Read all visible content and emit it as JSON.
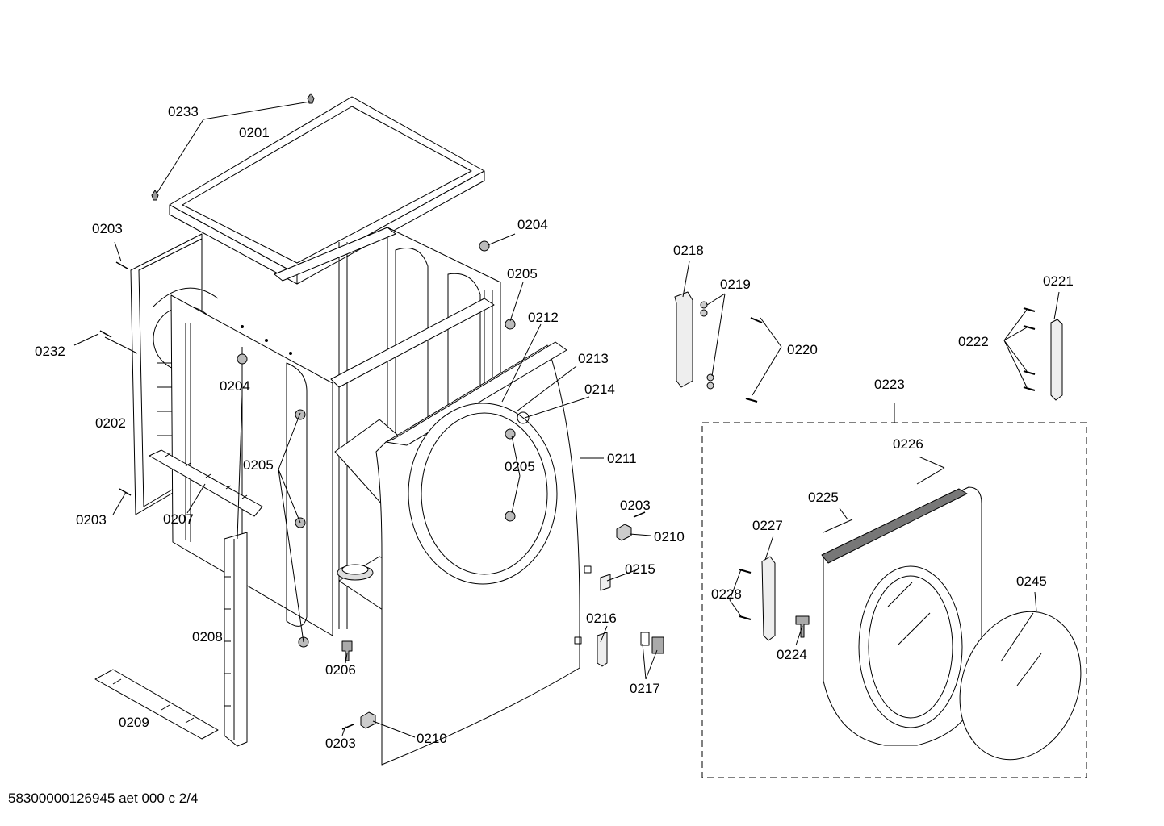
{
  "footer": "58300000126945 aet 000 c 2/4",
  "labels": {
    "p0233": "0233",
    "p0201": "0201",
    "p0203_a": "0203",
    "p0204_a": "0204",
    "p0205_a": "0205",
    "p0232": "0232",
    "p0212": "0212",
    "p0213": "0213",
    "p0204_b": "0204",
    "p0214": "0214",
    "p0202": "0202",
    "p0205_b": "0205",
    "p0205_c": "0205",
    "p0211": "0211",
    "p0203_b": "0203",
    "p0207": "0207",
    "p0203_c": "0203",
    "p0210_a": "0210",
    "p0215": "0215",
    "p0216": "0216",
    "p0208": "0208",
    "p0206": "0206",
    "p0217": "0217",
    "p0209": "0209",
    "p0203_d": "0203",
    "p0210_b": "0210",
    "p0218": "0218",
    "p0219": "0219",
    "p0220": "0220",
    "p0221": "0221",
    "p0222": "0222",
    "p0223": "0223",
    "p0226": "0226",
    "p0225": "0225",
    "p0227": "0227",
    "p0245": "0245",
    "p0228": "0228",
    "p0224": "0224"
  }
}
